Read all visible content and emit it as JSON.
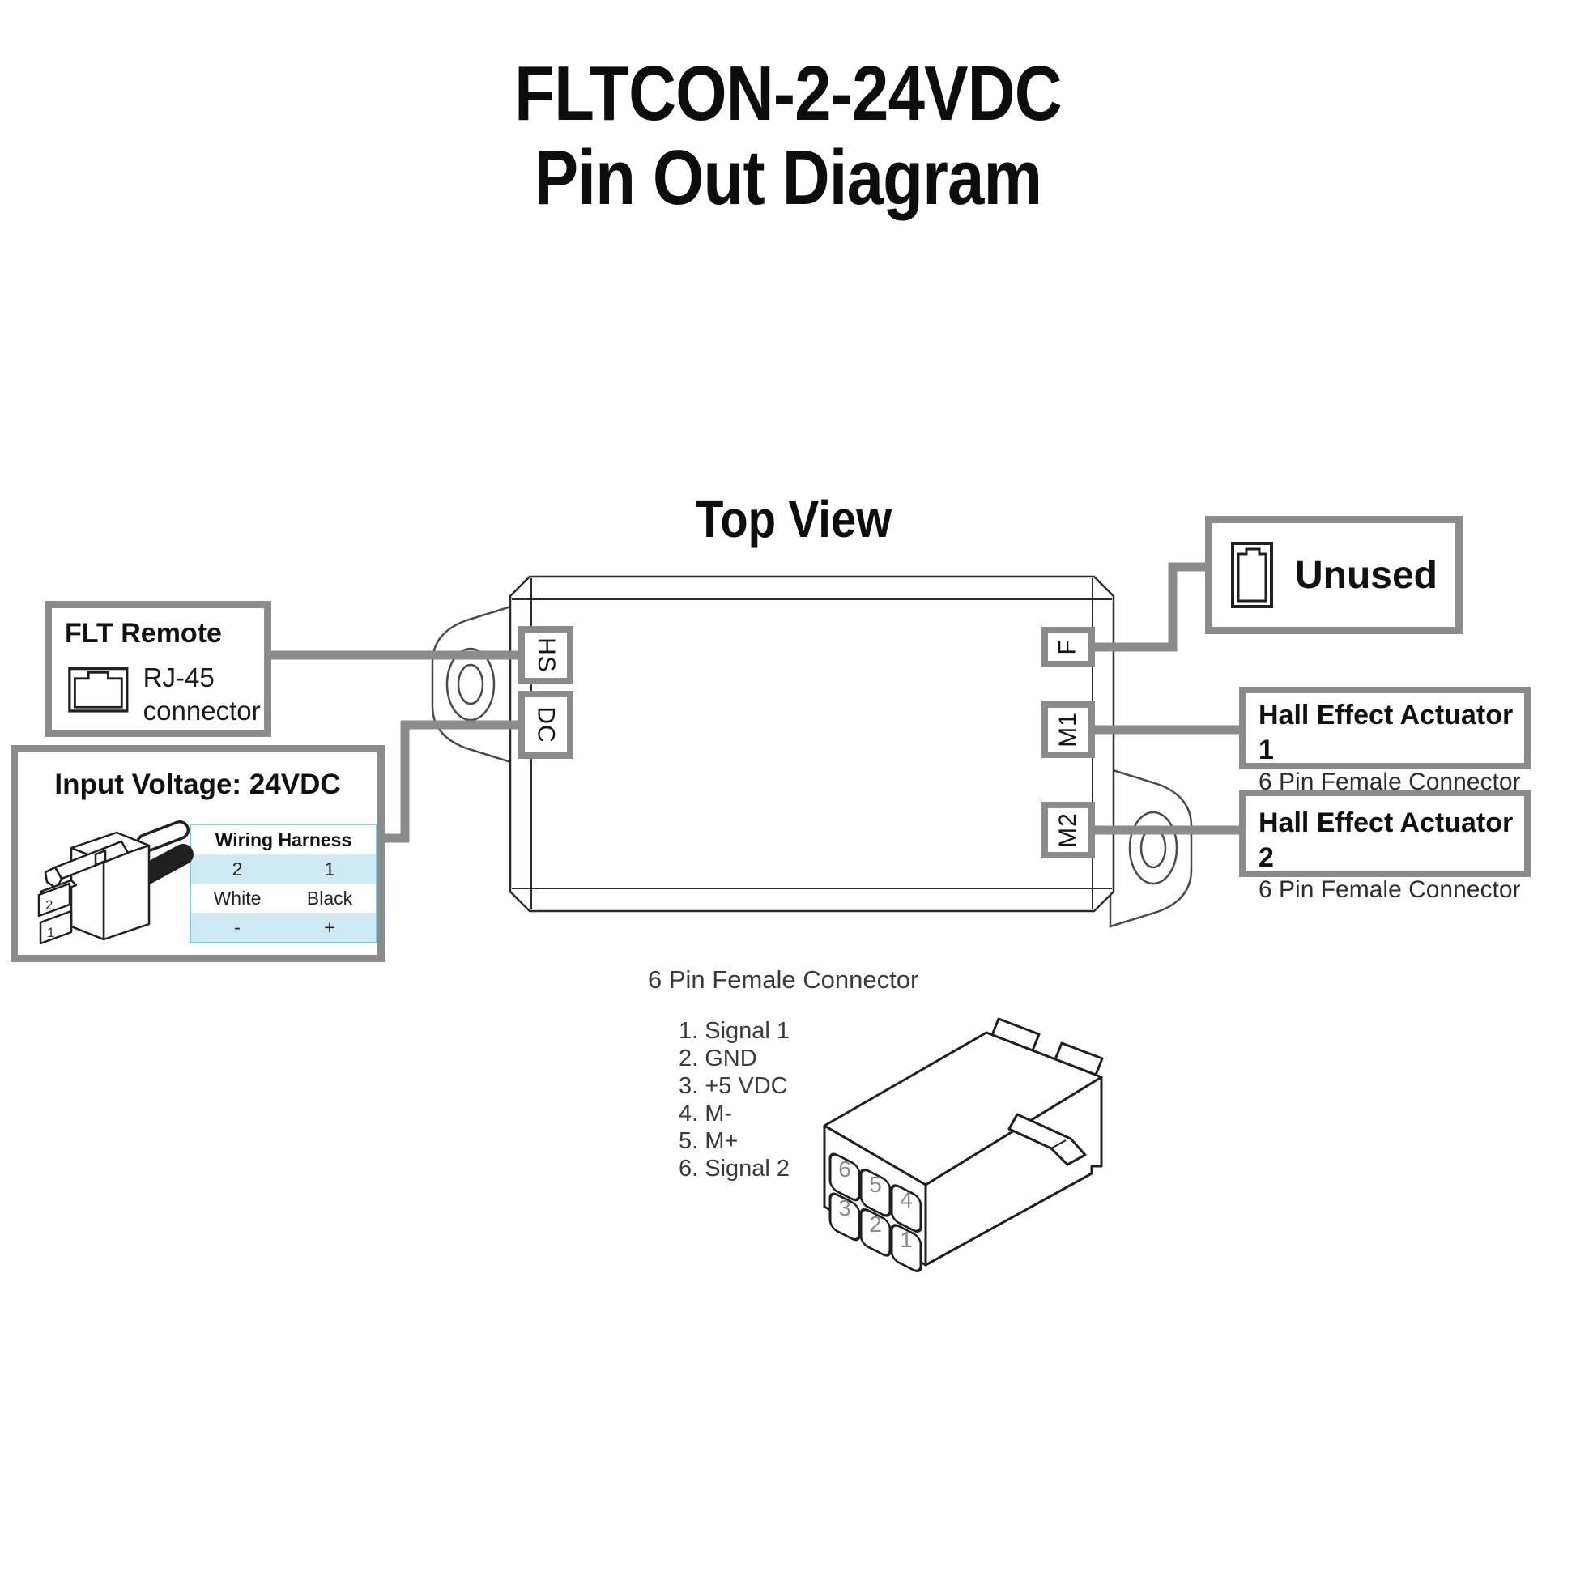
{
  "title": {
    "line1": "FLTCON-2-24VDC",
    "line2": "Pin Out Diagram"
  },
  "top_view": {
    "label": "Top View"
  },
  "flt_remote": {
    "title": "FLT Remote",
    "connector_label": "RJ-45 connector"
  },
  "input_voltage": {
    "title": "Input Voltage: 24VDC",
    "wiring_harness": {
      "header": "Wiring Harness",
      "rows": [
        [
          "2",
          "1"
        ],
        [
          "White",
          "Black"
        ],
        [
          "-",
          "+"
        ]
      ]
    },
    "plug_pin_labels": [
      "2",
      "1"
    ]
  },
  "controller": {
    "ports": {
      "hs": "HS",
      "dc": "DC",
      "f": "F",
      "m1": "M1",
      "m2": "M2"
    }
  },
  "unused": {
    "label": "Unused"
  },
  "hall_effect_actuator_1": {
    "title": "Hall Effect Actuator 1",
    "subtitle": "6 Pin Female Connector"
  },
  "hall_effect_actuator_2": {
    "title": "Hall Effect Actuator 2",
    "subtitle": "6 Pin Female Connector"
  },
  "six_pin_connector": {
    "title": "6 Pin Female Connector",
    "pins": [
      "1. Signal 1",
      "2. GND",
      "3. +5 VDC",
      "4. M-",
      "5. M+",
      "6. Signal 2"
    ],
    "socket_numbers": [
      "6",
      "5",
      "4",
      "3",
      "2",
      "1"
    ]
  },
  "colors": {
    "connector_line_gray": "#8b8b8b",
    "table_border": "#7ccfe0",
    "table_row_bg": "#cfeaf2"
  }
}
